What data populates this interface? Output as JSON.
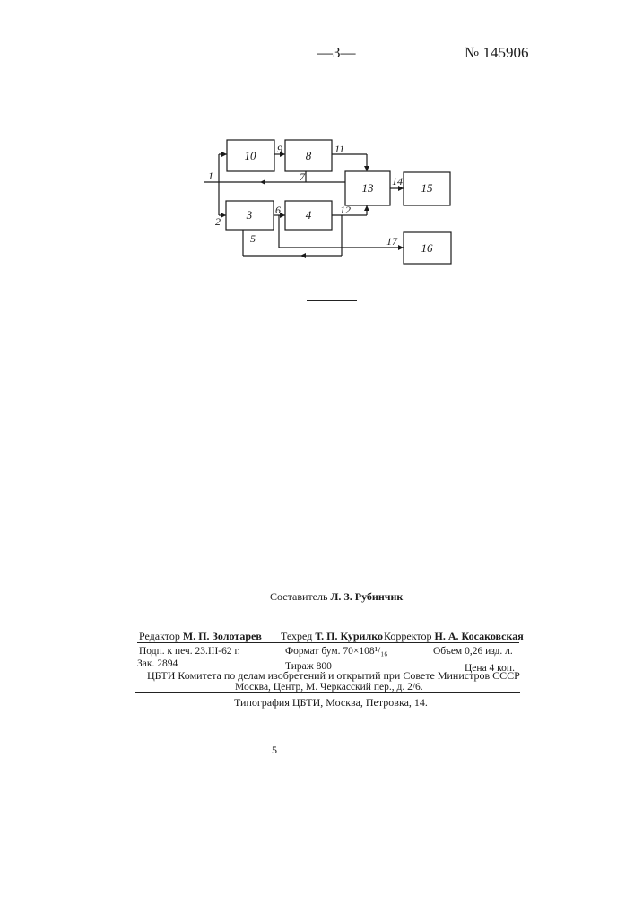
{
  "header": {
    "page_number": "—3—",
    "patent_number": "№ 145906"
  },
  "diagram": {
    "blocks": [
      "10",
      "8",
      "13",
      "15",
      "3",
      "4",
      "16"
    ],
    "lines": [
      "1",
      "2",
      "5",
      "6",
      "7",
      "9",
      "11",
      "12",
      "14",
      "17"
    ]
  },
  "imprint": {
    "compiler_label": "Составитель",
    "compiler_name": "Л. З. Рубинчик",
    "editor_label": "Редактор",
    "editor_name": "М. П. Золотарев",
    "techred_label": "Техред",
    "techred_name": "Т. П. Курилко",
    "corrector_label": "Корректор",
    "corrector_name": "Н. А. Косаковская",
    "signed": "Подп. к печ. 23.III-62 г.",
    "format": "Формат бум. 70×108¹/₁₆",
    "volume": "Объем 0,26 изд. л.",
    "order": "Зак. 2894",
    "print_run": "Тираж 800",
    "price": "Цена 4 коп.",
    "org_line1": "ЦБТИ Комитета по делам изобретений и открытий при Совете Министров СССР",
    "org_line2": "Москва, Центр, М. Черкасский пер., д. 2/6.",
    "printer": "Типография ЦБТИ, Москва, Петровка, 14."
  },
  "footer": {
    "mark": "5"
  }
}
